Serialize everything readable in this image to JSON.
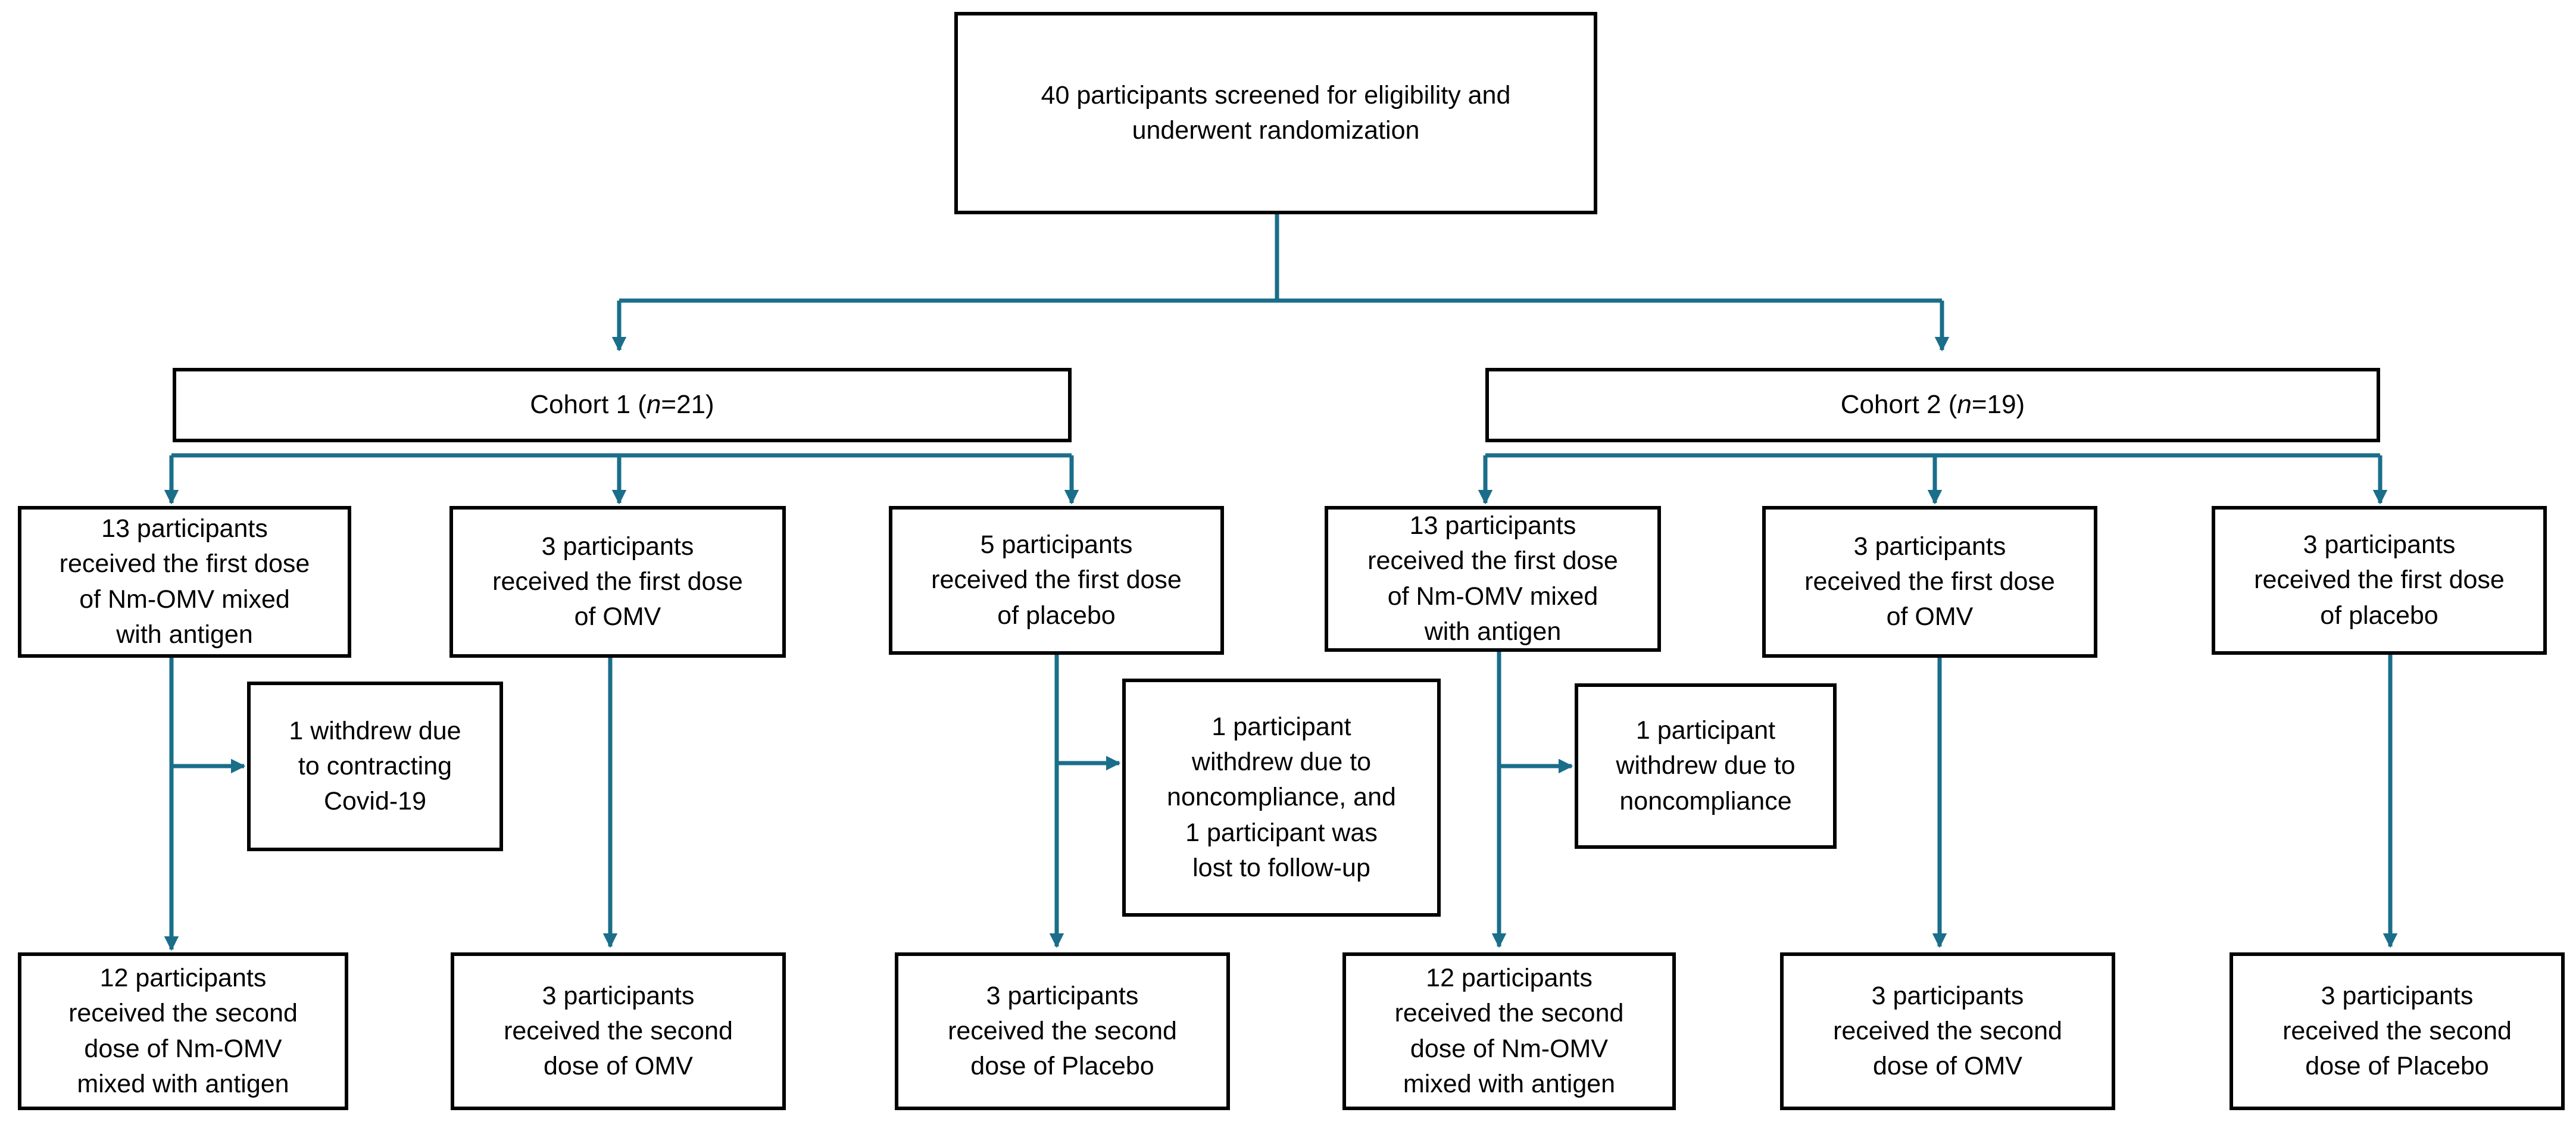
{
  "colors": {
    "connector": "#1a6e8a",
    "box_border": "#000000",
    "text": "#000000",
    "background": "#ffffff"
  },
  "screening": {
    "lines": [
      "40 participants screened for eligibility and",
      "underwent randomization"
    ]
  },
  "cohort1": {
    "pre": "Cohort 1 (",
    "n": "n",
    "post": "=21)"
  },
  "cohort2": {
    "pre": "Cohort 2 (",
    "n": "n",
    "post": "=19)"
  },
  "c1_first_nm": [
    "13 participants",
    "received the first dose",
    "of Nm-OMV mixed",
    "with antigen"
  ],
  "c1_first_omv": [
    "3 participants",
    "received the first dose",
    "of OMV"
  ],
  "c1_first_placebo": [
    "5 participants",
    "received the first dose",
    "of placebo"
  ],
  "c2_first_nm": [
    "13 participants",
    "received the first dose",
    "of Nm-OMV mixed",
    "with antigen"
  ],
  "c2_first_omv": [
    "3 participants",
    "received the first dose",
    "of OMV"
  ],
  "c2_first_placebo": [
    "3 participants",
    "received the first dose",
    "of placebo"
  ],
  "c1_withdraw_nm": [
    "1 withdrew due",
    "to contracting",
    "Covid-19"
  ],
  "c1_withdraw_placebo": [
    "1 participant",
    "withdrew due to",
    "noncompliance, and",
    "1 participant was",
    "lost to follow-up"
  ],
  "c2_withdraw_nm": [
    "1 participant",
    "withdrew due to",
    "noncompliance"
  ],
  "c1_second_nm": [
    "12 participants",
    "received the second",
    "dose of Nm-OMV",
    "mixed with antigen"
  ],
  "c1_second_omv": [
    "3 participants",
    "received the second",
    "dose of OMV"
  ],
  "c1_second_placebo": [
    "3 participants",
    "received the second",
    "dose of Placebo"
  ],
  "c2_second_nm": [
    "12 participants",
    "received the second",
    "dose of Nm-OMV",
    "mixed with antigen"
  ],
  "c2_second_omv": [
    "3 participants",
    "received the second",
    "dose of OMV"
  ],
  "c2_second_placebo": [
    "3 participants",
    "received the second",
    "dose of Placebo"
  ]
}
